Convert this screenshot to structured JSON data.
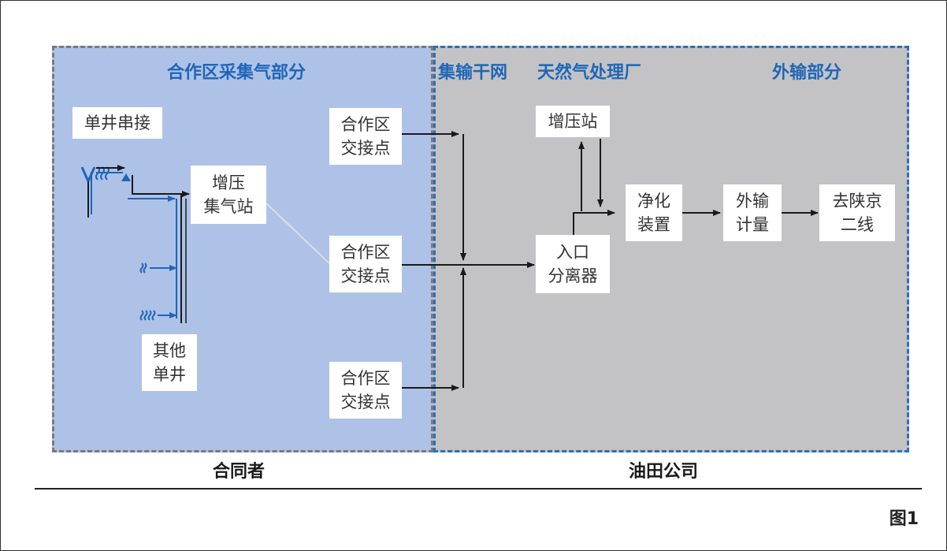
{
  "headers": {
    "coop_gathering": "合作区采集气部分",
    "trunk_network": "集输干网",
    "gas_plant": "天然气处理厂",
    "export": "外输部分"
  },
  "nodes": {
    "single_well_series": "单井串接",
    "booster_gathering_station": "增压\n集气站",
    "other_single_wells": "其他\n单井",
    "handover_1": "合作区\n交接点",
    "handover_2": "合作区\n交接点",
    "handover_3": "合作区\n交接点",
    "booster_station": "增压站",
    "inlet_separator": "入口\n分离器",
    "purification": "净化\n装置",
    "export_metering": "外输\n计量",
    "to_shaanjing": "去陕京\n二线"
  },
  "footer": {
    "partner": "合同者",
    "oilfield_company": "油田公司"
  },
  "figure_label": "图1",
  "colors": {
    "left_region": "#aec2e8",
    "right_region": "#c3c3c5",
    "accent_blue": "#1f66b8",
    "line": "#1a1a1a"
  }
}
